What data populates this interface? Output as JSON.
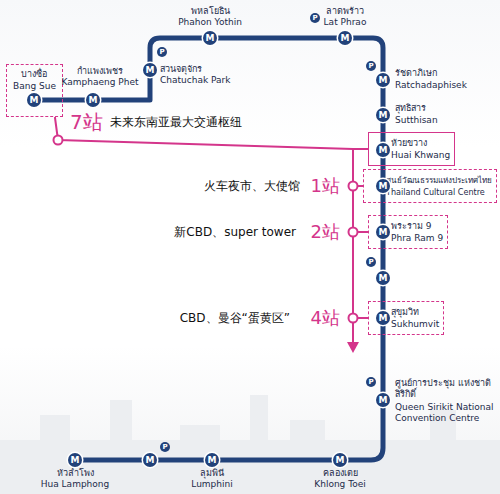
{
  "diagram": {
    "nodes": [
      {
        "text": [
          "บางซื่อ",
          "Bang Sue"
        ]
      },
      {
        "text": [
          "ห้วยขวาง",
          "Huai Khwang"
        ]
      },
      {
        "text": [
          "ศูนย์วัฒนธรรมแห่งประเทศไทย",
          "Thailand Cultural Centre"
        ]
      },
      {
        "text": [
          "พระราม 9",
          "Phra Ram 9"
        ]
      },
      {
        "text": [
          "สุขุมวิท",
          "Sukhumvit"
        ]
      }
    ],
    "edges": [
      {
        "from": 1,
        "to": 0,
        "arrow": "none"
      },
      {
        "from": 1,
        "to": 2,
        "arrow": "none"
      },
      {
        "from": 1,
        "to": 3,
        "arrow": "none"
      },
      {
        "from": 1,
        "to": 4,
        "arrow": "none"
      }
    ],
    "labels": [
      "กำแพงเพชร",
      "Kamphaeng Phet",
      "สวนจตุจักร",
      "Chatuchak Park",
      "พหลโยธิน",
      "Phahon Yothin",
      "ลาดพร้าว",
      "Lat Phrao",
      "รัชดาภิเษก",
      "Ratchadaphisek",
      "สุทธิสาร",
      "Sutthisan",
      "ศูนย์การประชุม แห่งชาติสิริกิติ์",
      "Queen Sirikit National Convention Centre",
      "คลองเตย",
      "Khlong Toei",
      "ลุมพินี",
      "Lumphini",
      "หัวลำโพง",
      "Hua Lamphong",
      "7站",
      "未来东南亚最大交通枢纽",
      "火车夜市、大使馆",
      "1站",
      "新CBD、super tower",
      "2站",
      "CBD、曼谷“蛋黄区”",
      "4站",
      "M",
      "M",
      "M",
      "M",
      "M",
      "M",
      "M",
      "M",
      "M",
      "M",
      "M",
      "M",
      "M",
      "M",
      "M",
      "M",
      "M",
      "P",
      "P",
      "P",
      "P",
      "P",
      "P"
    ]
  }
}
